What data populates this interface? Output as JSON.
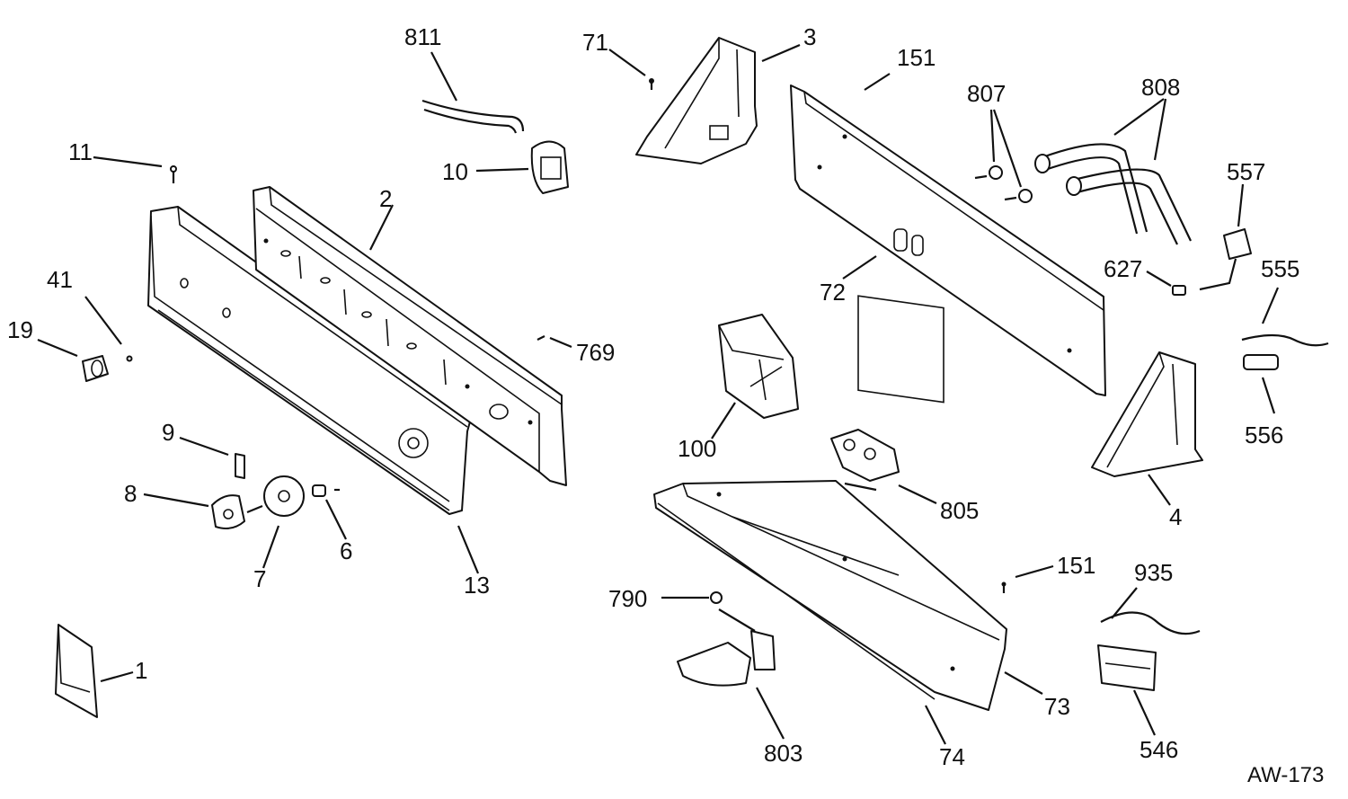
{
  "diagram_code": "AW-173",
  "callouts": {
    "c1": "1",
    "c2": "2",
    "c3": "3",
    "c4": "4",
    "c6": "6",
    "c7": "7",
    "c8": "8",
    "c9": "9",
    "c10": "10",
    "c11": "11",
    "c13": "13",
    "c19": "19",
    "c41": "41",
    "c71": "71",
    "c72": "72",
    "c73": "73",
    "c74": "74",
    "c100": "100",
    "c151a": "151",
    "c151b": "151",
    "c546": "546",
    "c555": "555",
    "c556": "556",
    "c557": "557",
    "c627": "627",
    "c769": "769",
    "c790": "790",
    "c803": "803",
    "c805": "805",
    "c807": "807",
    "c808": "808",
    "c811": "811",
    "c935": "935"
  }
}
